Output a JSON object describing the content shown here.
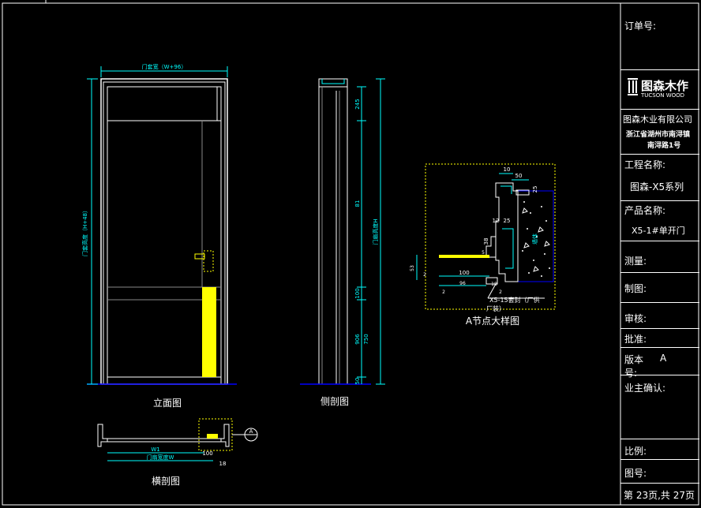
{
  "title_block": {
    "order_no_label": "订单号:",
    "logo_cn": "图森木作",
    "logo_en": "TUCSON WOOD",
    "company_name": "图森木业有限公司",
    "company_addr_1": "浙江省湖州市南浔镇",
    "company_addr_2": "南浔路1号",
    "project_label": "工程名称:",
    "project_value": "图森-X5系列",
    "product_label": "产品名称:",
    "product_value": "X5-1#单开门",
    "measure_label": "测量:",
    "draw_label": "制图:",
    "review_label": "审核:",
    "approve_label": "批准:",
    "version_label": "版本号:",
    "version_value": "A",
    "owner_label": "业主确认:",
    "scale_label": "比例:",
    "drawing_no_label": "图号:",
    "page_info": "第 23页,共 27页"
  },
  "views": {
    "elevation_title": "立面图",
    "side_section_title": "侧剖图",
    "cross_section_title": "横剖图",
    "detail_title": "A节点大样图"
  },
  "dimensions": {
    "elev_top_width": "门套宽（W+96）",
    "elev_left_height": "门套高度（H+48）",
    "side_dim_1": "245",
    "side_dim_2": "81",
    "side_dim_3": "100",
    "side_dim_4": "906",
    "side_dim_5": "750",
    "side_dim_6": "50",
    "side_total": "门扇高度H",
    "cross_w1": "W1",
    "cross_w": "门扇宽度W",
    "cross_100": "100",
    "cross_18": "18",
    "cross_marker": "A",
    "det_10": "10",
    "det_50": "50",
    "det_25a": "25",
    "det_12": "12",
    "det_25b": "25",
    "det_38": "38",
    "det_wall": "墙体",
    "det_100": "100",
    "det_96": "96",
    "det_18": "18",
    "det_2a": "2",
    "det_2b": "2",
    "det_2c": "2",
    "det_gap": "5",
    "det_callout_1": "X5-15套封（厂供",
    "det_callout_2": "厂装）",
    "det_dim_left": "53"
  },
  "colors": {
    "bg": "#000000",
    "frame": "#ffffff",
    "dim": "#00ffff",
    "accent": "#ffff00",
    "axis": "#0000ff",
    "grey": "#808080",
    "detail": "#00ff00"
  }
}
